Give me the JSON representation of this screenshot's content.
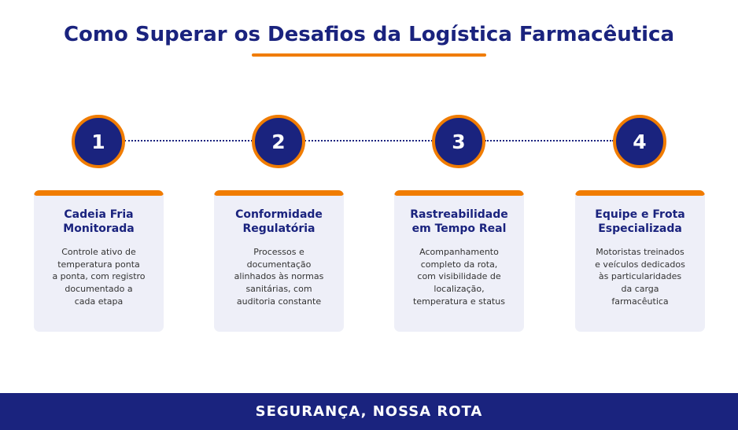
{
  "title": "Como Superar os Desafios da Logística Farmacêutica",
  "steps": [
    {
      "number": "1",
      "title_lines": [
        "Cadeia Fria",
        "Monitorada"
      ],
      "desc_lines": [
        "Controle ativo de",
        "temperatura ponta",
        "a ponta, com registro",
        "documentado a",
        "cada etapa"
      ]
    },
    {
      "number": "2",
      "title_lines": [
        "Conformidade",
        "Regulatória"
      ],
      "desc_lines": [
        "Processos e",
        "documentação",
        "alinhados às normas",
        "sanitárias, com",
        "auditoria constante"
      ]
    },
    {
      "number": "3",
      "title_lines": [
        "Rastreabilidade",
        "em Tempo Real"
      ],
      "desc_lines": [
        "Acompanhamento",
        "completo da rota,",
        "com visibilidade de",
        "localização,",
        "temperatura e status"
      ]
    },
    {
      "number": "4",
      "title_lines": [
        "Equipe e Frota",
        "Especializada"
      ],
      "desc_lines": [
        "Motoristas treinados",
        "e veículos dedicados",
        "às particularidades",
        "da carga",
        "farmacêutica"
      ]
    }
  ],
  "footer": "SEGURANÇA, NOSSA ROTA",
  "colors": {
    "primary": "#1a237e",
    "accent": "#f07c00",
    "card_bg": "#eeeff8"
  }
}
